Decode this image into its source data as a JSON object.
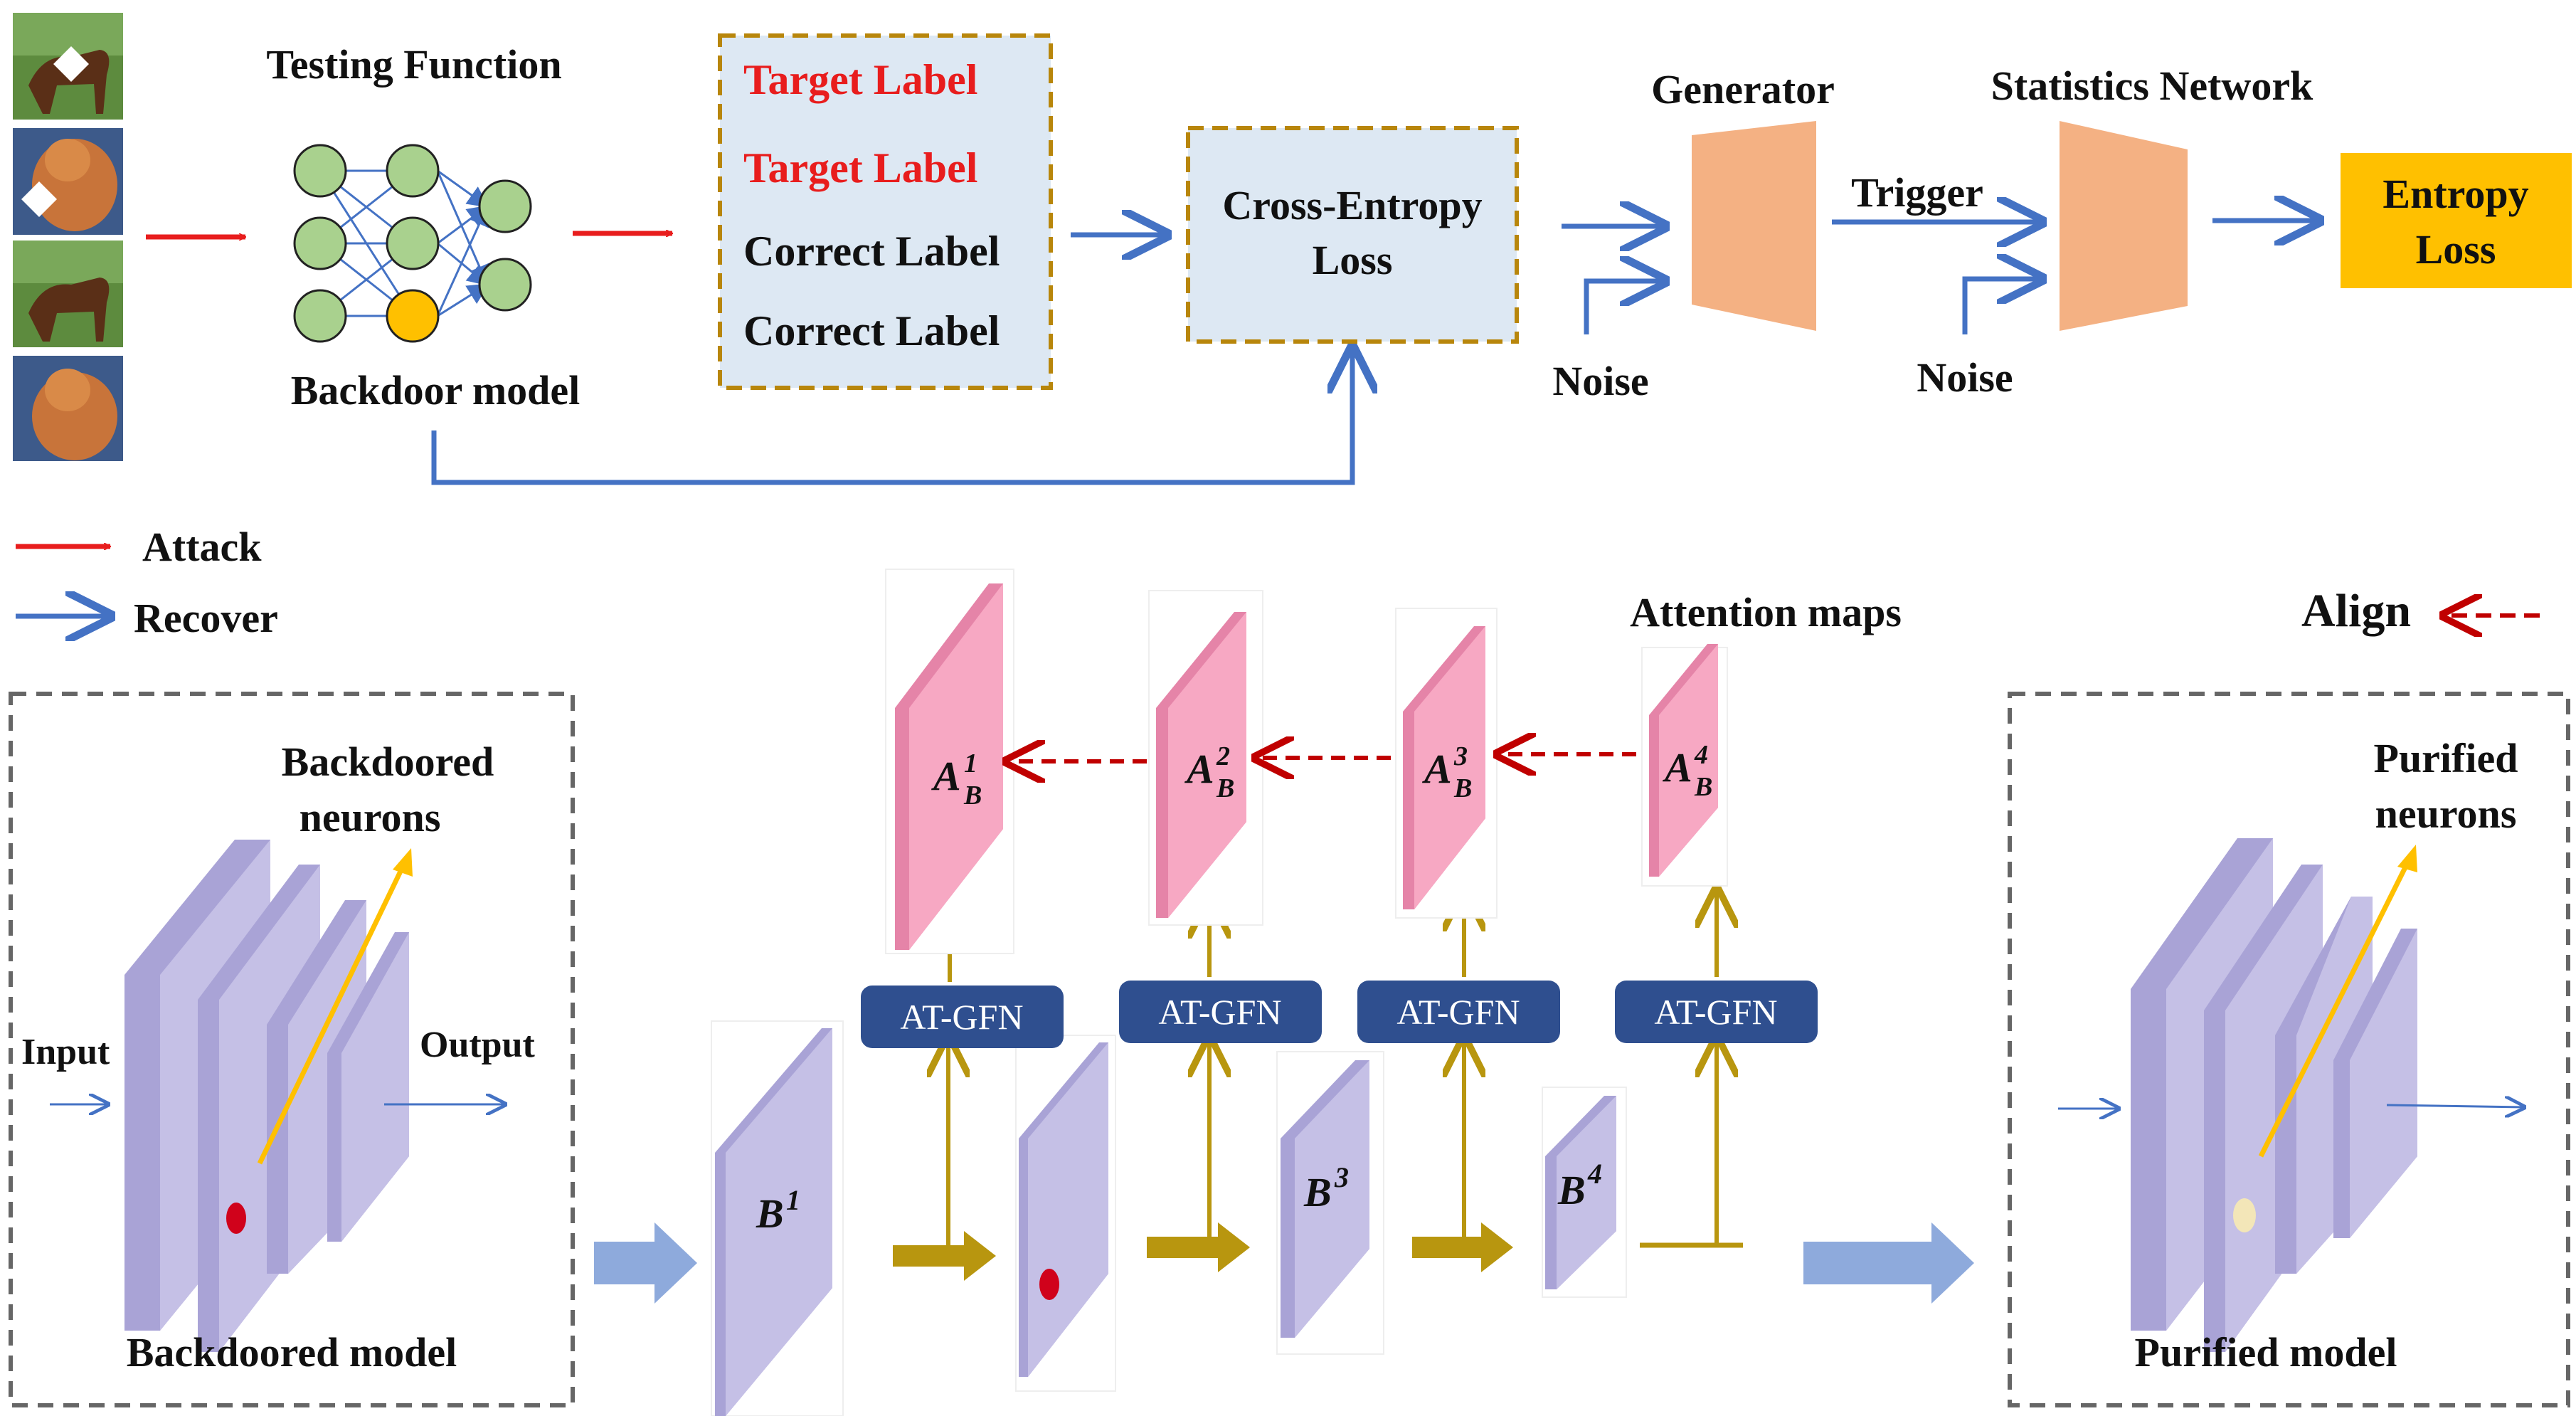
{
  "top": {
    "testing_function": "Testing Function",
    "backdoor_model": "Backdoor model",
    "labels": [
      "Target Label",
      "Target Label",
      "Correct Label",
      "Correct Label"
    ],
    "cross_entropy": [
      "Cross-Entropy",
      "Loss"
    ],
    "generator": "Generator",
    "statistics_network": "Statistics Network",
    "trigger": "Trigger",
    "noise_1": "Noise",
    "noise_2": "Noise",
    "entropy_loss": [
      "Entropy",
      "Loss"
    ]
  },
  "legend": {
    "attack": "Attack",
    "recover": "Recover",
    "align": "Align"
  },
  "bottom": {
    "backdoored_neurons": [
      "Backdoored",
      "neurons"
    ],
    "input": "Input",
    "output": "Output",
    "backdoored_model": "Backdoored model",
    "attention_maps": "Attention maps",
    "module": "AT-GFN",
    "purified_neurons": [
      "Purified",
      "neurons"
    ],
    "purified_model": "Purified model",
    "feature_maps": [
      {
        "base": "B",
        "sup": "1"
      },
      {
        "base": "B",
        "sup": "3"
      },
      {
        "base": "B",
        "sup": "4"
      }
    ],
    "attention": [
      {
        "base": "A",
        "sub": "B",
        "sup": "1"
      },
      {
        "base": "A",
        "sub": "B",
        "sup": "2"
      },
      {
        "base": "A",
        "sub": "B",
        "sup": "3"
      },
      {
        "base": "A",
        "sub": "B",
        "sup": "4"
      }
    ]
  },
  "colors": {
    "attack": "#e81d1d",
    "recover": "#4472c4",
    "node_green": "#a9d18e",
    "node_orange": "#ffc000",
    "label_box": "#dde8f3",
    "box_border": "#b8860b",
    "gen": "#f4b183",
    "entropy_box": "#ffc000",
    "layer_face": "#c5c0e6",
    "layer_side": "#a9a3d6",
    "attn_face": "#f7a8c3",
    "attn_side": "#e584a8",
    "module_bg": "#2f4f8f",
    "align_arrow": "#c00000",
    "flow_arrow": "#b8960f",
    "big_arrow": "#8eaadc"
  }
}
